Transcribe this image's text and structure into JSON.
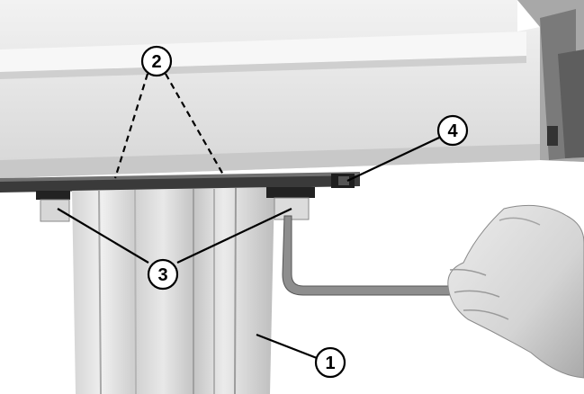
{
  "callouts": [
    {
      "id": "1",
      "label": "1"
    },
    {
      "id": "2",
      "label": "2"
    },
    {
      "id": "3",
      "label": "3"
    },
    {
      "id": "4",
      "label": "4"
    }
  ],
  "colors": {
    "background": "#ffffff",
    "frame_light": "#e9e9e9",
    "frame_shadow": "#b5b5b5",
    "plate_dark": "#3a3a3a",
    "profile_light": "#e4e4e4",
    "profile_mid": "#c9c9c9",
    "callout_fill": "#ffffff",
    "callout_stroke": "#000000",
    "skin": "#d9d9d9"
  }
}
